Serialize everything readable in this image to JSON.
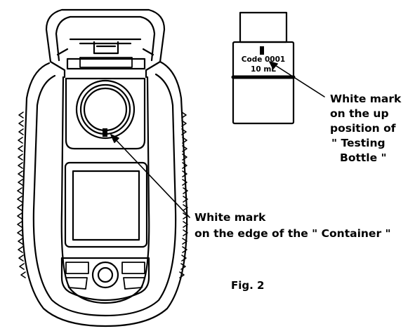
{
  "bottle": {
    "label_line1": "Code 0001",
    "label_line2": "10 mL"
  },
  "callouts": {
    "bottle_mark": [
      "White mark",
      "on the up",
      "position of",
      "\" Testing",
      "Bottle \""
    ],
    "container_mark": [
      "White mark",
      "on the edge of the \" Container \""
    ]
  },
  "figure_label": "Fig. 2"
}
